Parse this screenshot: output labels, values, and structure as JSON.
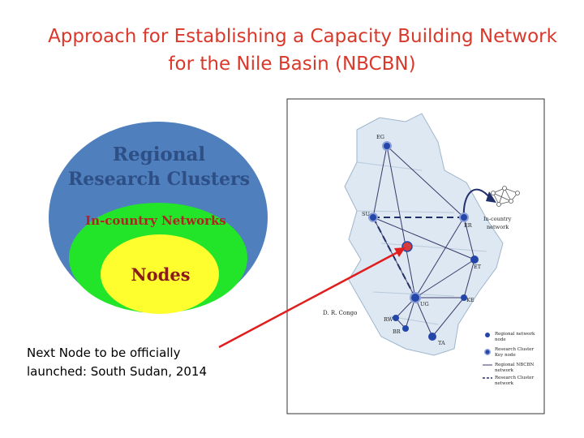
{
  "slide": {
    "title_line1": "Approach for Establishing a Capacity Building Network",
    "title_line2": "for the Nile Basin (NBCBN)",
    "caption_line1": "Next Node to be officially",
    "caption_line2": "launched: South Sudan, 2014"
  },
  "venn": {
    "outer_line1": "Regional",
    "outer_line2": "Research Clusters",
    "middle": "In-country Networks",
    "inner": "Nodes",
    "colors": {
      "outer": "#4f7fbd",
      "middle": "#22e52a",
      "inner": "#fefe2e",
      "outer_text": "#2d4f86",
      "middle_text": "#b22222",
      "inner_text": "#8b1a1a"
    }
  },
  "map": {
    "nodes": {
      "eg": "EG",
      "su": "SU",
      "er": "ER",
      "et": "ET",
      "ug": "UG",
      "ke": "KE",
      "rw": "RW",
      "br": "BR",
      "ta": "TA",
      "drc": "D. R. Congo"
    },
    "incountry_line1": "In-country",
    "incountry_line2": "network",
    "legend": {
      "item1_line1": "Regional network",
      "item1_line2": "node",
      "item2_line1": "Research Cluster",
      "item2_line2": "Key node",
      "item3_line1": "Regional NBCBN",
      "item3_line2": "network",
      "item4_line1": "Research Cluster",
      "item4_line2": "network"
    },
    "colors": {
      "node": "#2446a8",
      "new_node": "#d63a3a",
      "arrow": "#e01e1e",
      "edge": "#3a3a6a"
    }
  }
}
